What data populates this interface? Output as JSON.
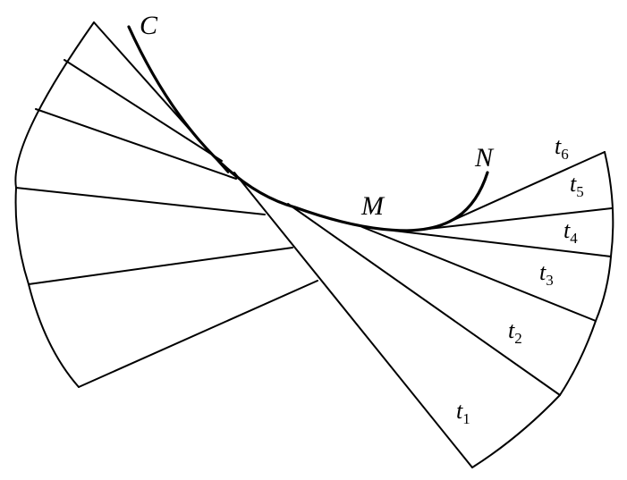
{
  "labels": {
    "curve_start": "C",
    "curve_end": "N",
    "point": "M",
    "tangents": [
      {
        "base": "t",
        "sub": "1"
      },
      {
        "base": "t",
        "sub": "2"
      },
      {
        "base": "t",
        "sub": "3"
      },
      {
        "base": "t",
        "sub": "4"
      },
      {
        "base": "t",
        "sub": "5"
      },
      {
        "base": "t",
        "sub": "6"
      }
    ]
  }
}
